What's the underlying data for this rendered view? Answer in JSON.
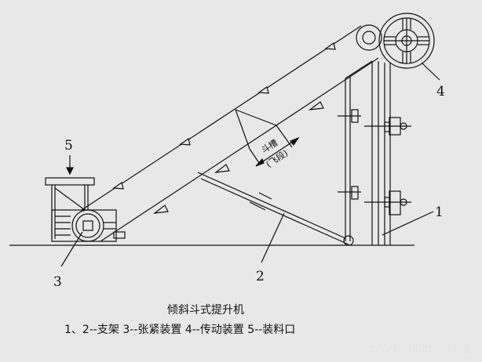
{
  "labels": {
    "l1": "1",
    "l2": "2",
    "l3": "3",
    "l4": "4",
    "l5": "5"
  },
  "annotation": {
    "bucket": "斗槽",
    "bucket_sub": "(飞段)"
  },
  "caption": {
    "title": "倾斜斗式提升机",
    "legend": "1、2--支架   3--张紧装置   4--传动装置   5--装料口"
  },
  "watermark": "头条号 / 机械前沿频道"
}
